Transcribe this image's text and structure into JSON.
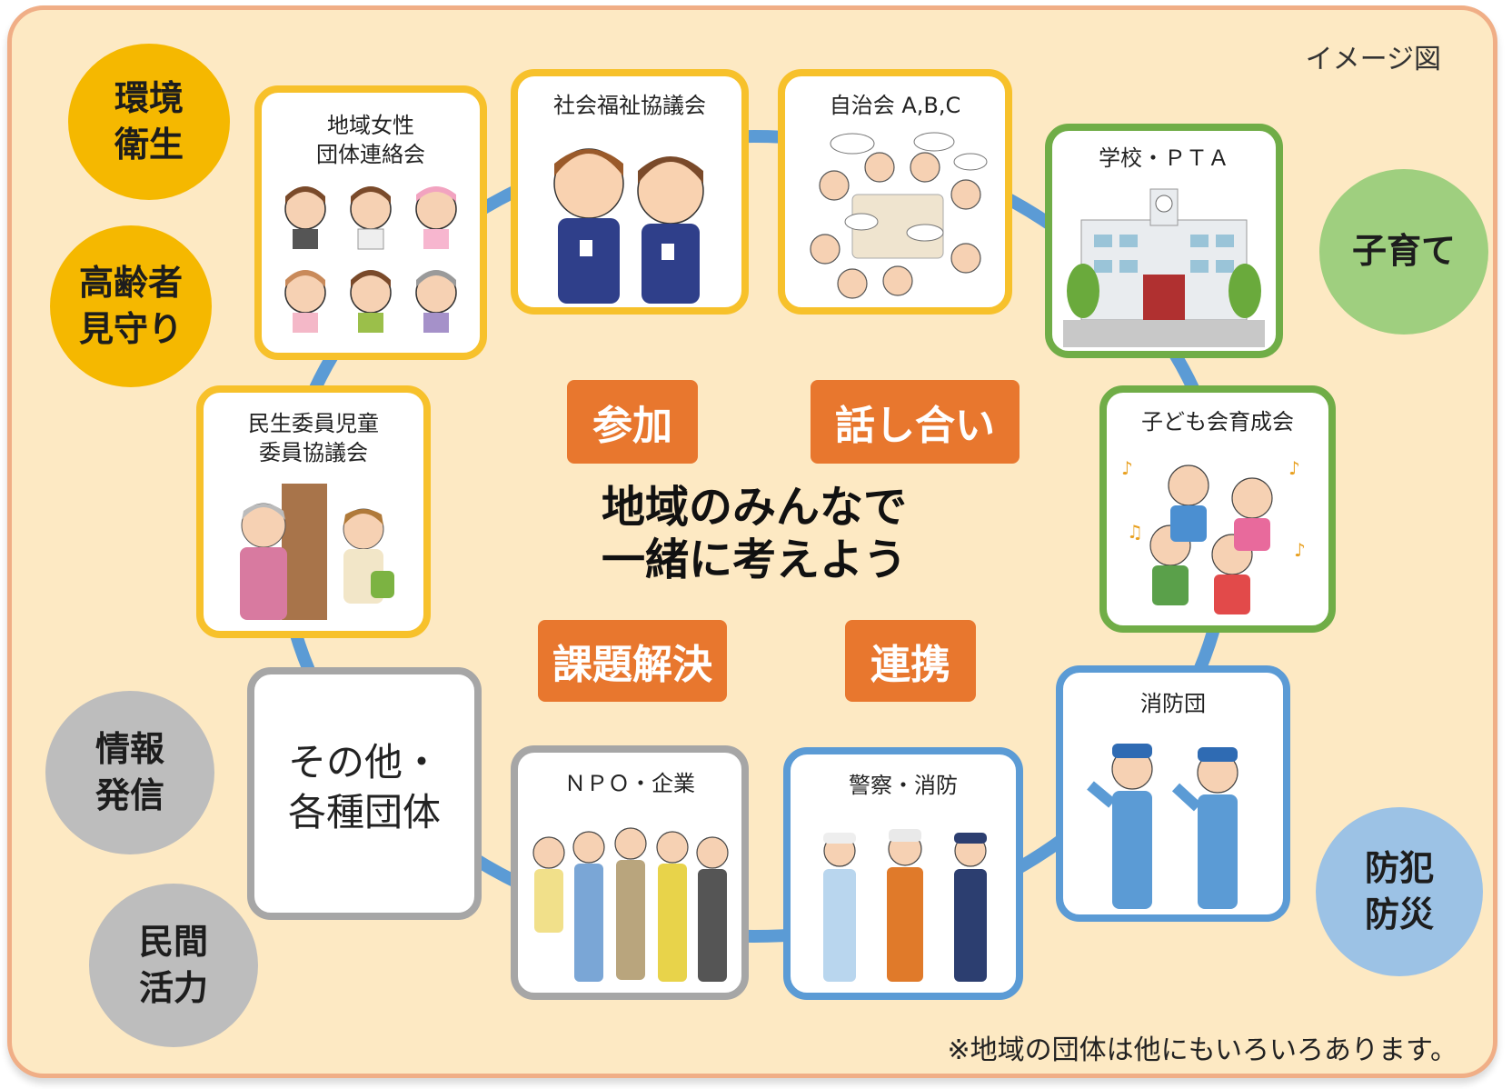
{
  "image_label": "イメージ図",
  "footnote": "※地域の団体は他にもいろいろあります。",
  "center_text": "地域のみんなで\n一緒に考えよう",
  "keywords": {
    "participation": "参加",
    "discussion": "話し合い",
    "problem_solving": "課題解決",
    "cooperation": "連携"
  },
  "themes": {
    "environment": "環境\n衛生",
    "elderly": "高齢者\n見守り",
    "childcare": "子育て",
    "information": "情報\n発信",
    "private": "民間\n活力",
    "safety": "防犯\n防災"
  },
  "organizations": {
    "womens": "地域女性\n団体連絡会",
    "welfare": "社会福祉協議会",
    "jichikai": "自治会 A,B,C",
    "school": "学校・ＰＴＡ",
    "minsei": "民生委員児童\n委員協議会",
    "children": "子ども会育成会",
    "other": "その他・\n各種団体",
    "npo": "ＮＰＯ・企業",
    "police": "警察・消防",
    "fire": "消防団"
  },
  "colors": {
    "background": "#fde9c3",
    "frame": "#f0ae86",
    "ring": "#5b9bd5",
    "keyword": "#e8772e",
    "yellow": "#f5b800",
    "green": "#9fcf7f",
    "gray": "#bdbdbd",
    "blue": "#9cc2e5",
    "border_yellow": "#f7c12b",
    "border_green": "#70ad47",
    "border_blue": "#5b9bd5",
    "border_gray": "#a6a6a6"
  }
}
